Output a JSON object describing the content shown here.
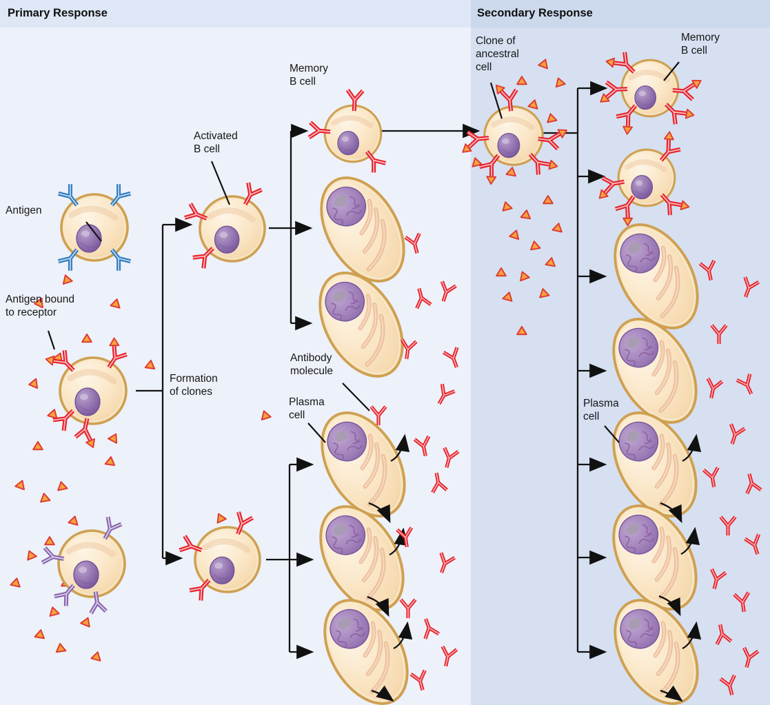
{
  "sections": {
    "primary": {
      "title": "Primary Response"
    },
    "secondary": {
      "title": "Secondary Response"
    }
  },
  "labels": {
    "antigen": "Antigen",
    "antigen_bound": "Antigen bound\nto receptor",
    "activated_b_cell": "Activated\nB cell",
    "memory_b_cell_primary": "Memory\nB cell",
    "formation_of_clones": "Formation\nof clones",
    "antibody_molecule": "Antibody\nmolecule",
    "plasma_cell_primary": "Plasma\ncell",
    "clone_of_ancestral": "Clone of\nancestral\ncell",
    "memory_b_cell_secondary": "Memory\nB cell",
    "plasma_cell_secondary": "Plasma\ncell"
  },
  "colors": {
    "primary_header_bg": "#dde7f5",
    "primary_bg": "#edf1f9",
    "secondary_header_bg": "#ccd9ec",
    "secondary_bg": "#d6e0f1",
    "cell_membrane": "#cfa052",
    "cell_fill": "#f9e6c6",
    "nucleus": "#8d6cab",
    "receptor_blue": "#2f7cc0",
    "receptor_red": "#e8212b",
    "receptor_purple": "#8966ae",
    "antigen_fill": "#f9a33c",
    "antigen_border": "#de3b33",
    "antibody": "#e8212b",
    "line": "#111111"
  }
}
